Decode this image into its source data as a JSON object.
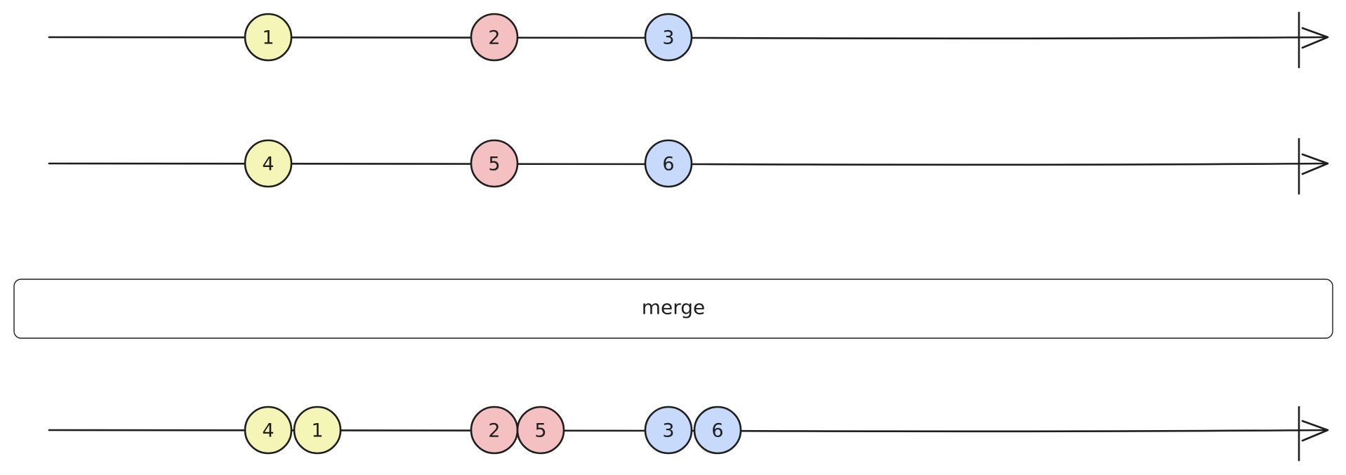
{
  "colors": {
    "yellow": "#f5f5b8",
    "red": "#f5c0c2",
    "blue": "#c8dafc",
    "stroke": "#1e1e1e"
  },
  "streams": [
    {
      "name": "input-1",
      "marbles": [
        {
          "label": "1",
          "color": "yellow"
        },
        {
          "label": "2",
          "color": "red"
        },
        {
          "label": "3",
          "color": "blue"
        }
      ]
    },
    {
      "name": "input-2",
      "marbles": [
        {
          "label": "4",
          "color": "yellow"
        },
        {
          "label": "5",
          "color": "red"
        },
        {
          "label": "6",
          "color": "blue"
        }
      ]
    },
    {
      "name": "output",
      "marbles": [
        {
          "label": "4",
          "color": "yellow"
        },
        {
          "label": "1",
          "color": "yellow"
        },
        {
          "label": "2",
          "color": "red"
        },
        {
          "label": "5",
          "color": "red"
        },
        {
          "label": "3",
          "color": "blue"
        },
        {
          "label": "6",
          "color": "blue"
        }
      ]
    }
  ],
  "operator": {
    "label": "merge"
  }
}
